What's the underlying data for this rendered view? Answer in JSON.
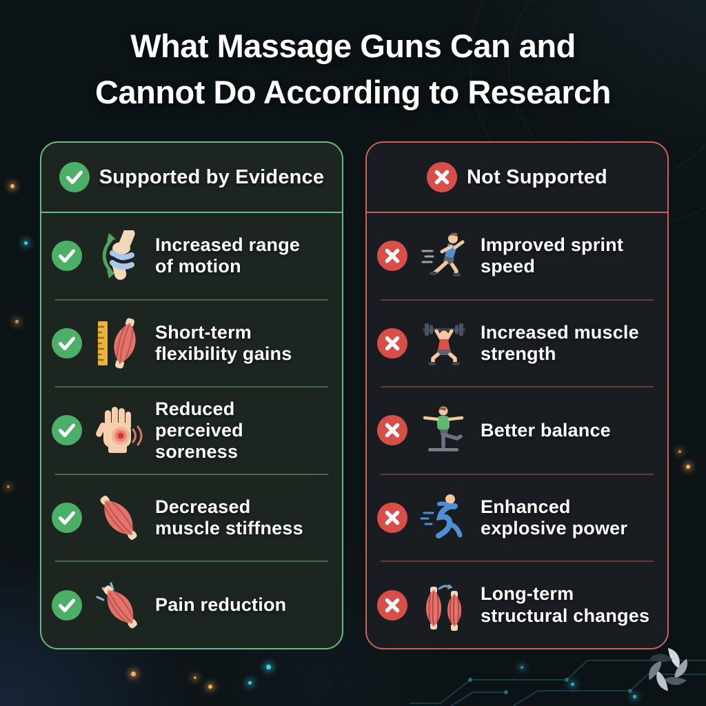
{
  "title": {
    "line1": "What Massage Guns Can and",
    "line2": "Cannot Do According to Research"
  },
  "colors": {
    "background": "#0c1316",
    "accent_green": "#4caf68",
    "panel_border_green": "#67bc81",
    "panel_bg_green": "#1c2520",
    "accent_red": "#d84f49",
    "panel_border_red": "#cf6058",
    "panel_bg_red": "#191d22",
    "text": "#ffffff",
    "glow_orange": "#efb066",
    "glow_cyan": "#3fd4e2"
  },
  "supported": {
    "header_label": "Supported by Evidence",
    "badge_icon": "check-icon",
    "items": [
      {
        "label": "Increased range\nof motion",
        "icon": "knee-joint-icon"
      },
      {
        "label": "Short-term\nflexibility gains",
        "icon": "ruler-muscle-icon"
      },
      {
        "label": "Reduced\nperceived\nsoreness",
        "icon": "sore-hand-icon"
      },
      {
        "label": "Decreased\nmuscle stiffness",
        "icon": "muscle-icon"
      },
      {
        "label": "Pain reduction",
        "icon": "muscle-relief-icon"
      }
    ]
  },
  "not_supported": {
    "header_label": "Not Supported",
    "badge_icon": "x-icon",
    "items": [
      {
        "label": "Improved sprint\nspeed",
        "icon": "runner-icon"
      },
      {
        "label": "Increased muscle\nstrength",
        "icon": "weightlifter-icon"
      },
      {
        "label": "Better balance",
        "icon": "balance-icon"
      },
      {
        "label": "Enhanced\nexplosive power",
        "icon": "explosive-power-icon"
      },
      {
        "label": "Long-term\nstructural changes",
        "icon": "muscle-change-icon"
      }
    ]
  }
}
